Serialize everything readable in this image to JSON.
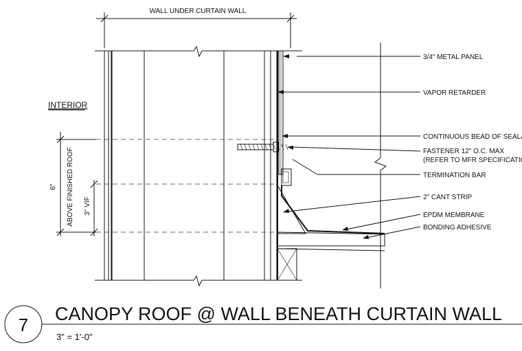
{
  "dimension_label": "WALL UNDER CURTAIN WALL",
  "interior_label": "INTERIOR",
  "dim_above_roof_value": "6\"",
  "dim_above_roof_text": "ABOVE FINISHED ROOF",
  "dim_vif": "3\" VIF",
  "callouts": [
    {
      "text": "3/4\" METAL PANEL"
    },
    {
      "text": "VAPOR RETARDER"
    },
    {
      "text": "CONTINUOUS BEAD OF SEALANT"
    },
    {
      "text": "FASTENER 12\" O.C. MAX"
    },
    {
      "text": "(REFER TO MFR SPECIFICATIONS)"
    },
    {
      "text": "TERMINATION BAR"
    },
    {
      "text": "2\" CANT STRIP"
    },
    {
      "text": "EPDM MEMBRANE"
    },
    {
      "text": "BONDING ADHESIVE"
    }
  ],
  "detail_number": "7",
  "title": "CANOPY ROOF @ WALL BENEATH CURTAIN WALL",
  "scale": "3\" = 1'-0\""
}
